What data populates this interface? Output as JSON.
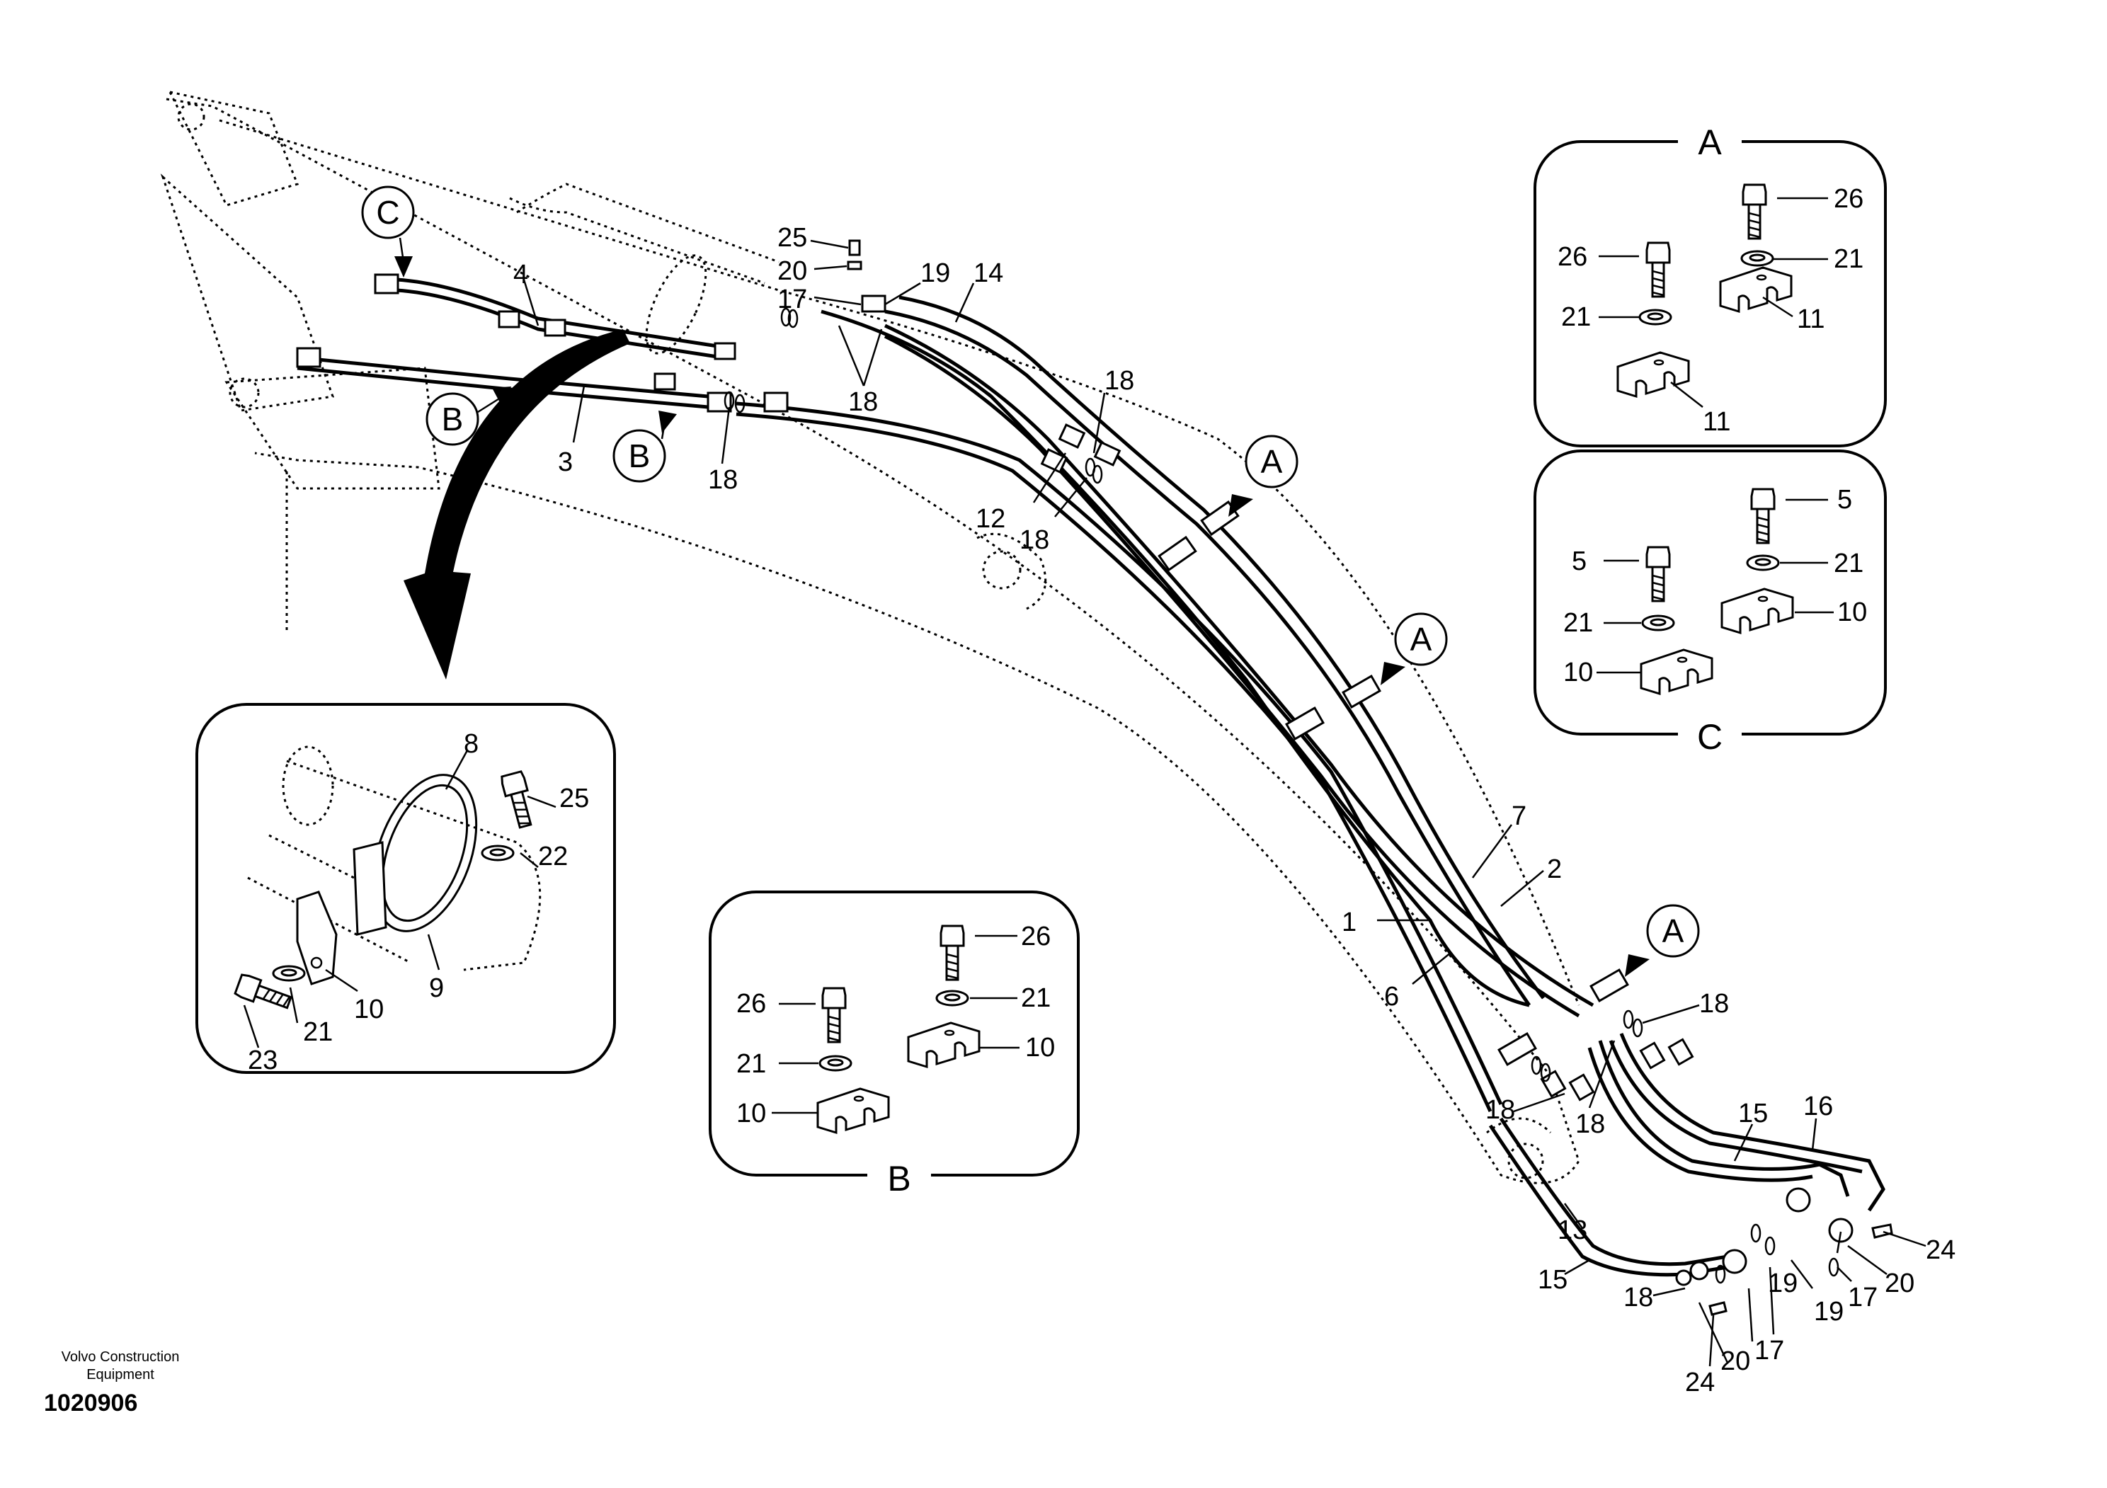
{
  "footer": {
    "company_line1": "Volvo Construction",
    "company_line2": "Equipment",
    "drawing_number": "1020906"
  },
  "main": {
    "labels": [
      "25",
      "20",
      "17",
      "19",
      "14",
      "4",
      "3",
      "18",
      "18",
      "18",
      "12",
      "18",
      "1",
      "6",
      "7",
      "2",
      "18",
      "18",
      "18",
      "15",
      "16",
      "13",
      "15",
      "18",
      "24",
      "20",
      "17",
      "19",
      "19",
      "17",
      "20",
      "24"
    ],
    "callouts": [
      "C",
      "B",
      "B",
      "A",
      "A",
      "A"
    ]
  },
  "inset_clamp": {
    "labels": [
      "8",
      "25",
      "22",
      "9",
      "10",
      "21",
      "23"
    ]
  },
  "inset_a": {
    "title": "A",
    "labels": [
      "26",
      "21",
      "11",
      "26",
      "21",
      "11"
    ]
  },
  "inset_c": {
    "title": "C",
    "labels": [
      "5",
      "21",
      "10",
      "5",
      "21",
      "10"
    ]
  },
  "inset_b": {
    "title": "B",
    "labels": [
      "26",
      "21",
      "10",
      "26",
      "21",
      "10"
    ]
  }
}
